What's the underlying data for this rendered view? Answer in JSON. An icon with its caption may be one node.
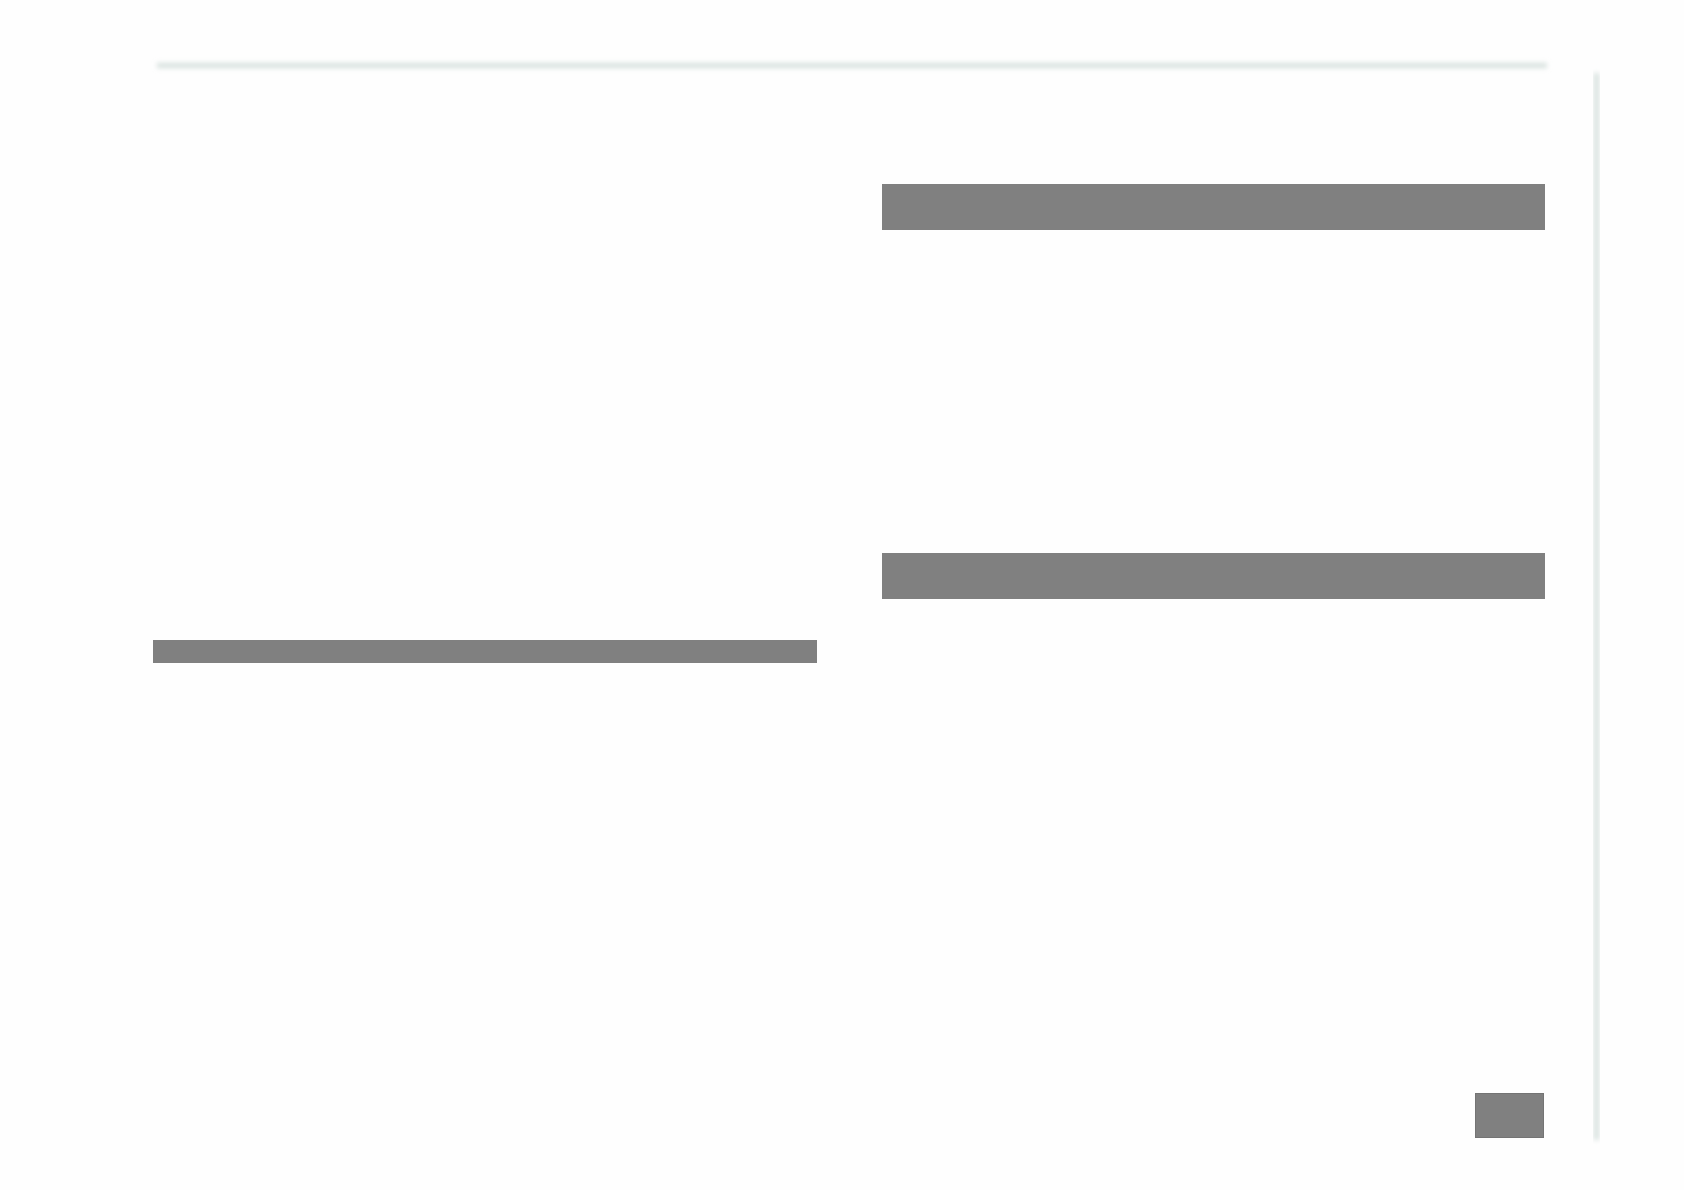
{
  "diagram": {
    "nodes": [
      {
        "text": [],
        "shape": "bar"
      },
      {
        "text": [],
        "shape": "bar"
      },
      {
        "text": [],
        "shape": "bar"
      },
      {
        "text": [],
        "shape": "box"
      }
    ]
  }
}
